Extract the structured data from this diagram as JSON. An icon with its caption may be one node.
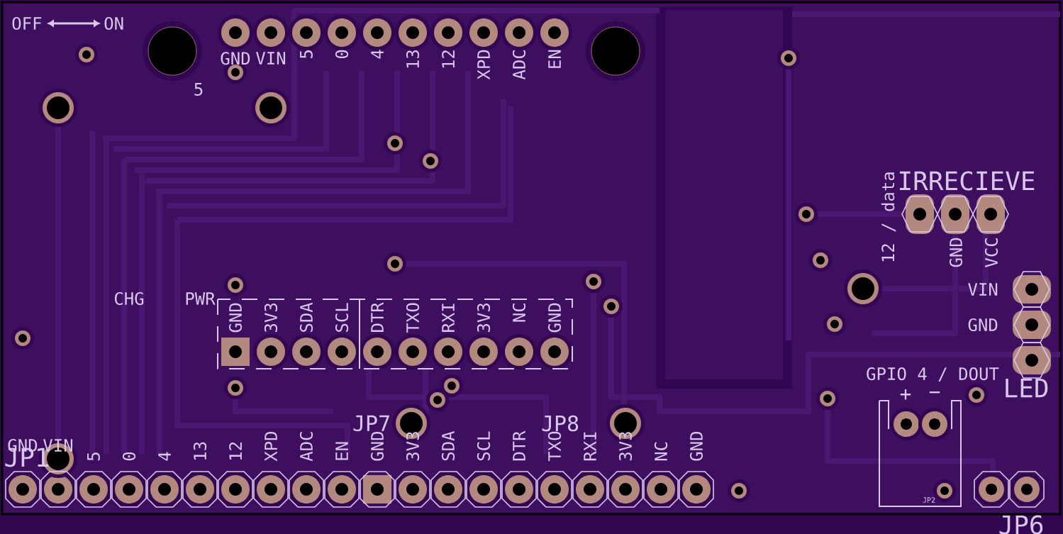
{
  "diagram": {
    "labels": [
      "OFF",
      "ON",
      "GND",
      "VIN",
      "5",
      "0",
      "4",
      "13",
      "12",
      "XPD",
      "ADC",
      "EN",
      "5",
      "IRRECIEVE",
      "12 / data",
      "GND",
      "VCC",
      "CHG",
      "PWR",
      "GND",
      "3V3",
      "SDA",
      "SCL",
      "DTR",
      "TXO",
      "RXI",
      "3V3",
      "NC",
      "GND",
      "VIN",
      "GND",
      "GPIO 4 / DOUT",
      "LED",
      "+",
      "−",
      "GND",
      "VIN",
      "5",
      "0",
      "4",
      "13",
      "12",
      "XPD",
      "ADC",
      "EN",
      "GND",
      "3V3",
      "SDA",
      "SCL",
      "DTR",
      "TXO",
      "RXI",
      "3V3",
      "NC",
      "GND",
      "JP1",
      "JP7",
      "JP8",
      "JP2",
      "JP6"
    ]
  }
}
